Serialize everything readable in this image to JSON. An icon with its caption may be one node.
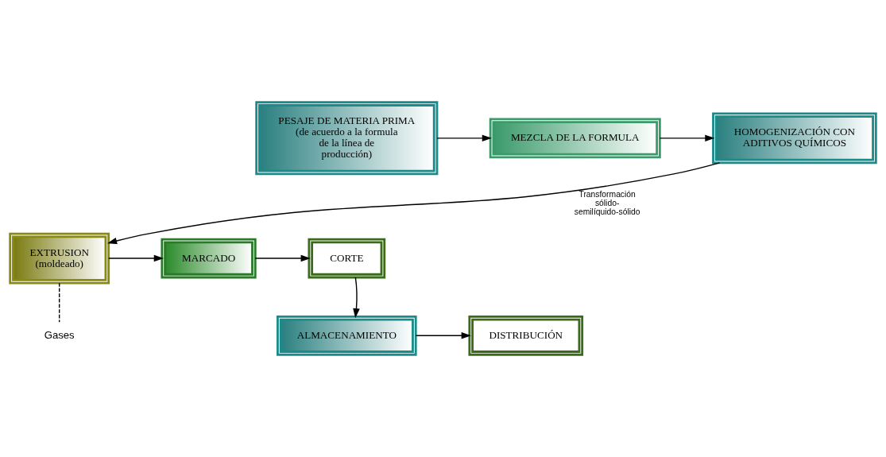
{
  "diagram": {
    "nodes": [
      {
        "text": [
          "PESAJE DE MATERIA PRIMA (de acuerdo a la formula de la línea de producción)"
        ]
      },
      {
        "text": [
          "MEZCLA DE LA FORMULA"
        ]
      },
      {
        "text": [
          "HOMOGENIZACIÓN CON ADITIVOS QUÍMICOS"
        ]
      },
      {
        "text": [
          "EXTRUSION (moldeado)"
        ]
      },
      {
        "text": [
          "MARCADO"
        ]
      },
      {
        "text": [
          "CORTE"
        ]
      },
      {
        "text": [
          "ALMACENAMIENTO"
        ]
      },
      {
        "text": [
          "DISTRIBUCIÓN"
        ]
      },
      {
        "text": [
          "Gases"
        ]
      }
    ],
    "edges": [
      {
        "from": 0,
        "to": 1,
        "arrow": "to"
      },
      {
        "from": 1,
        "to": 2,
        "arrow": "to"
      },
      {
        "from": 2,
        "to": 3,
        "arrow": "to",
        "label": "Transformación sólido- semilíquido-sólido"
      },
      {
        "from": 3,
        "to": 4,
        "arrow": "to"
      },
      {
        "from": 4,
        "to": 5,
        "arrow": "to"
      },
      {
        "from": 5,
        "to": 6,
        "arrow": "to"
      },
      {
        "from": 6,
        "to": 7,
        "arrow": "to"
      },
      {
        "from": 3,
        "to": 8,
        "arrow": "none",
        "style": "dashed"
      }
    ]
  }
}
